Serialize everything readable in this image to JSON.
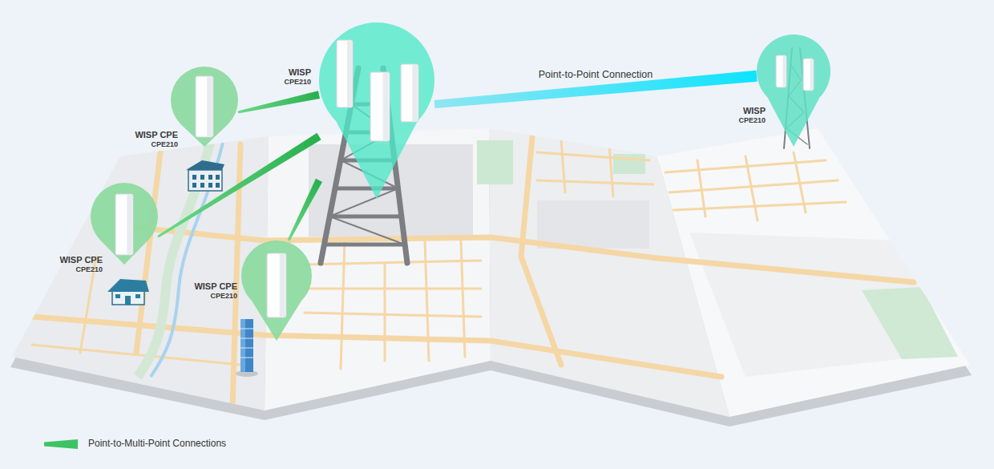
{
  "diagram": {
    "nodes": [
      {
        "text": [
          "WISP CPE",
          "CPE210"
        ]
      },
      {
        "text": [
          "WISP",
          "CPE210"
        ]
      },
      {
        "text": [
          "WISP",
          "CPE210"
        ]
      },
      {
        "text": [
          "WISP CPE",
          "CPE210"
        ]
      },
      {
        "text": [
          "WISP CPE",
          "CPE210"
        ]
      }
    ],
    "edges": [
      {
        "from": 0,
        "to": 1,
        "arrow": "none"
      },
      {
        "from": 3,
        "to": 1,
        "arrow": "none"
      },
      {
        "from": 4,
        "to": 1,
        "arrow": "none"
      },
      {
        "from": 1,
        "to": 2,
        "arrow": "none",
        "label": "Point-to-Point Connection"
      }
    ],
    "legend": [
      {
        "text": "Point-to-Multi-Point Connections",
        "color": "#3cc463"
      }
    ]
  }
}
